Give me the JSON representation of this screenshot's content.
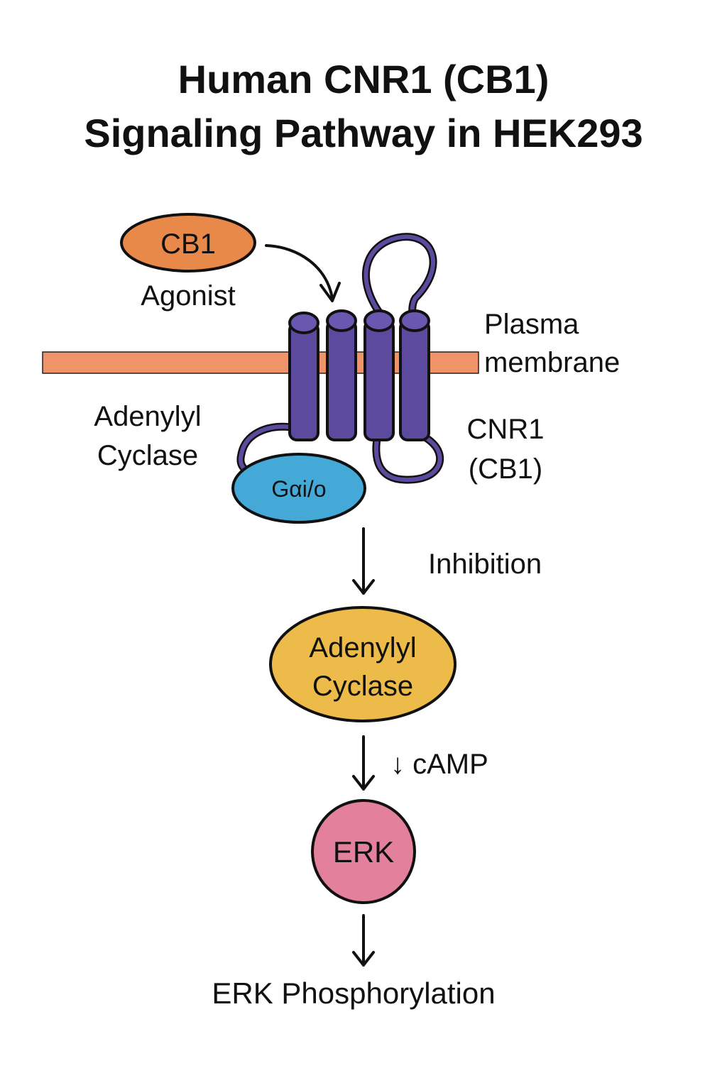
{
  "title": {
    "line1": "Human CNR1 (CB1)",
    "line2": "Signaling Pathway in HEK293"
  },
  "agonist": {
    "node_text": "CB1",
    "label": "Agonist",
    "color": "#E8894A"
  },
  "membrane": {
    "label_line1": "Plasma",
    "label_line2": "membrane",
    "color": "#EE9468"
  },
  "receptor": {
    "label_line1": "CNR1",
    "label_line2": "(CB1)",
    "color": "#5C4A9E"
  },
  "g_protein": {
    "text": "Gαi/o",
    "color": "#45A9D8"
  },
  "side_label": {
    "line1": "Adenylyl",
    "line2": "Cyclase"
  },
  "inhibition": {
    "label": "Inhibition"
  },
  "adenylyl_cyclase": {
    "line1": "Adenylyl",
    "line2": "Cyclase",
    "color": "#EDBB4A"
  },
  "camp": {
    "label": "↓ cAMP"
  },
  "erk": {
    "text": "ERK",
    "color": "#E3819C"
  },
  "output": {
    "label": "ERK Phosphorylation"
  }
}
